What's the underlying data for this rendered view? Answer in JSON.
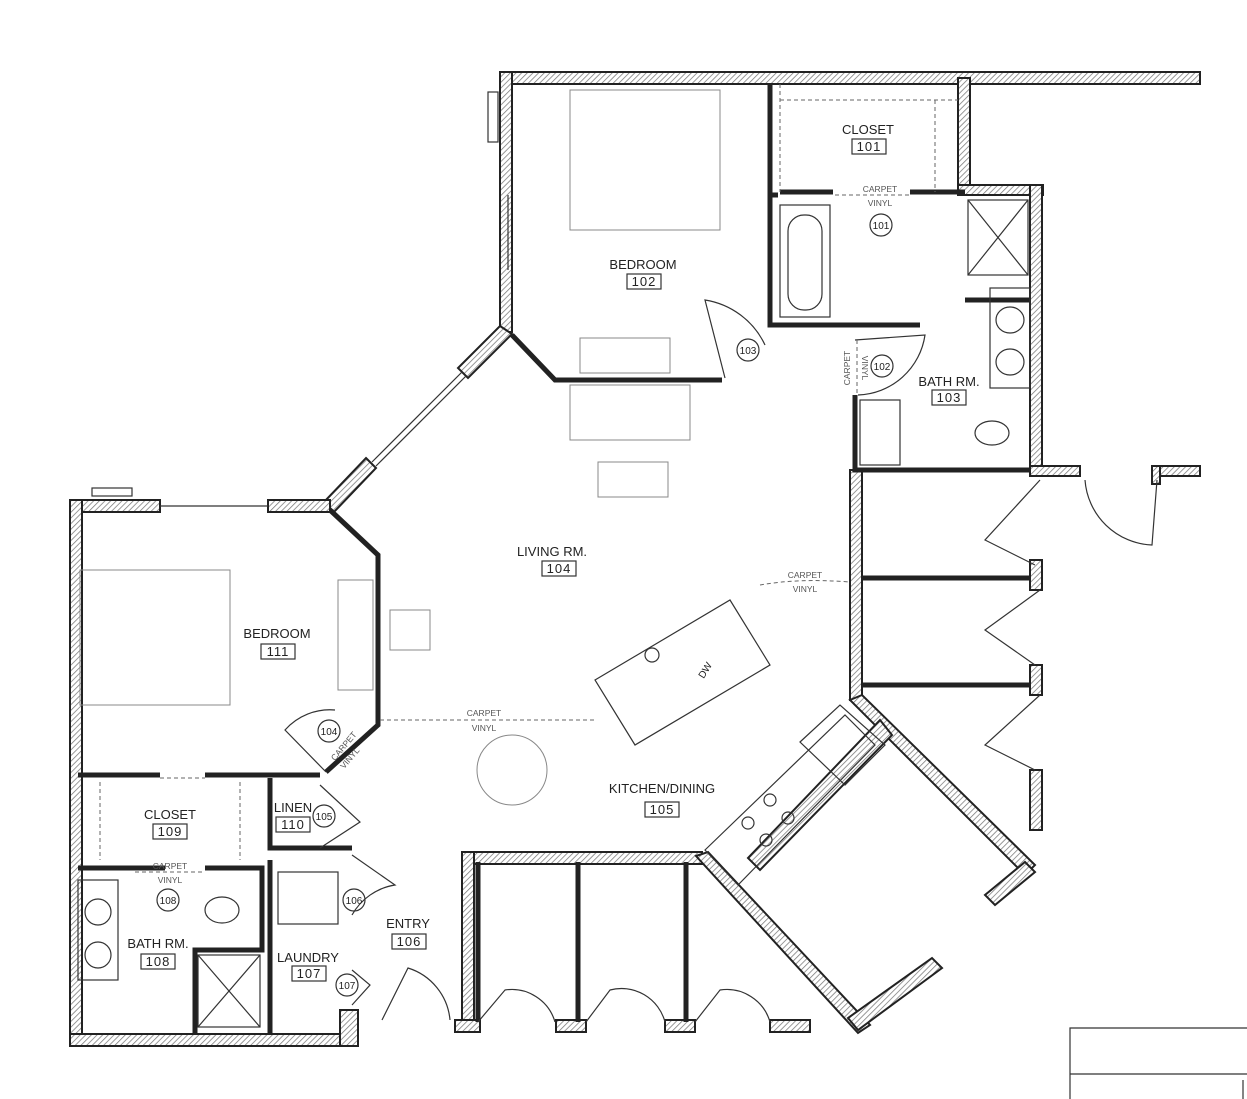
{
  "rooms": [
    {
      "name": "CLOSET",
      "number": "101"
    },
    {
      "name": "BEDROOM",
      "number": "102"
    },
    {
      "name": "BATH RM.",
      "number": "103"
    },
    {
      "name": "LIVING RM.",
      "number": "104"
    },
    {
      "name": "KITCHEN/DINING",
      "number": "105"
    },
    {
      "name": "ENTRY",
      "number": "106"
    },
    {
      "name": "LAUNDRY",
      "number": "107"
    },
    {
      "name": "BATH RM.",
      "number": "108"
    },
    {
      "name": "CLOSET",
      "number": "109"
    },
    {
      "name": "LINEN",
      "number": "110"
    },
    {
      "name": "BEDROOM",
      "number": "111"
    }
  ],
  "door_tags": [
    "101",
    "102",
    "103",
    "104",
    "105",
    "106",
    "107",
    "108"
  ],
  "flooring": {
    "carpet": "CARPET",
    "vinyl": "VINYL"
  },
  "appliance_label": "DW"
}
